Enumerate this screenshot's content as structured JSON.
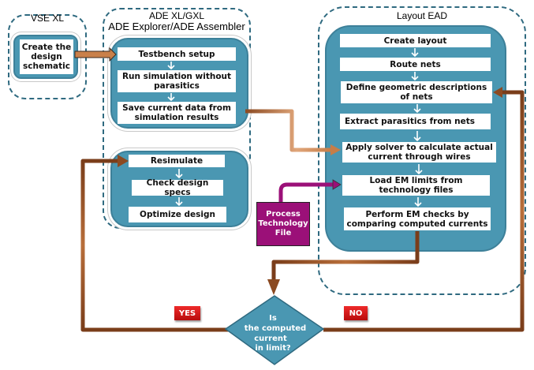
{
  "colors": {
    "panel": "#4a97b2",
    "dashed_border": "#2f6a80",
    "connector_brown": "#8b4a22",
    "connector_tan": "#d89a6a",
    "process_file": "#9b1078",
    "badge_red": "#d41616"
  },
  "groups": {
    "vse": {
      "title": "VSE XL"
    },
    "ade": {
      "title_line1": "ADE XL/GXL",
      "title_line2": "ADE Explorer/ADE Assembler"
    },
    "layout": {
      "title": "Layout EAD"
    }
  },
  "vse_steps": [
    {
      "label": "Create the design schematic"
    }
  ],
  "ade_top_steps": [
    {
      "label": "Testbench setup"
    },
    {
      "label": "Run simulation without parasitics"
    },
    {
      "label": "Save current data from simulation results"
    }
  ],
  "ade_bottom_steps": [
    {
      "label": "Resimulate"
    },
    {
      "label": "Check design specs"
    },
    {
      "label": "Optimize design"
    }
  ],
  "layout_steps": [
    {
      "label": "Create layout"
    },
    {
      "label": "Route nets"
    },
    {
      "label": "Define geometric descriptions of nets"
    },
    {
      "label": "Extract parasitics from nets"
    },
    {
      "label": "Apply solver to calculate actual current through wires"
    },
    {
      "label": "Load EM limits from technology files"
    },
    {
      "label": "Perform EM checks by comparing computed currents"
    }
  ],
  "process_file": {
    "label": "Process Technology File"
  },
  "decision": {
    "label_lines": [
      "Is",
      "the computed",
      "current",
      "in limit?"
    ]
  },
  "badges": {
    "yes": "YES",
    "no": "NO"
  }
}
